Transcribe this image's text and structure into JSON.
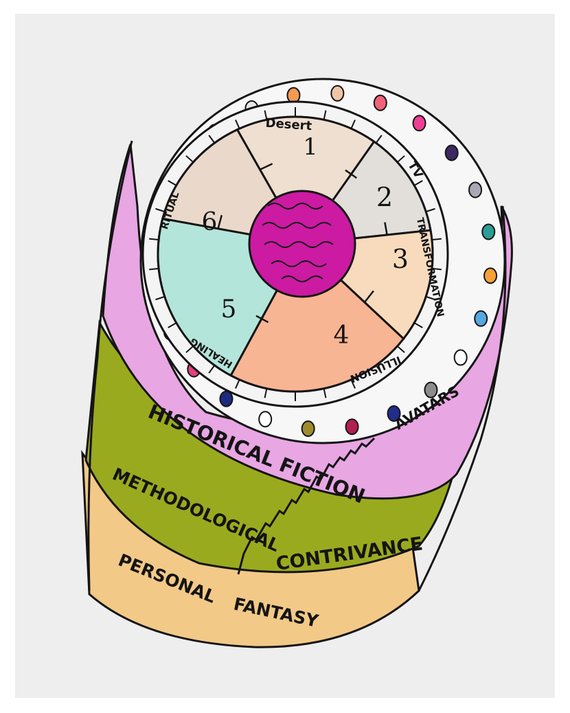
{
  "diagram": {
    "layers": {
      "historical": "HISTORICAL FICTION",
      "methodological_1": "METHODOLOGICAL",
      "methodological_2": "CONTRIVANCE",
      "personal_1": "PERSONAL",
      "personal_2": "FANTASY"
    },
    "ring_label": "AVATARS",
    "segments": [
      {
        "number": "1",
        "label": "Desert",
        "color": "#efdfd0"
      },
      {
        "number": "2",
        "label": "TV",
        "color": "#e2dfdb"
      },
      {
        "number": "3",
        "label": "TRANSFORMATION",
        "color": "#f8dbbd"
      },
      {
        "number": "4",
        "label": "ILLUSION",
        "color": "#f8b594"
      },
      {
        "number": "5",
        "label": "HEALING",
        "color": "#b4e5da"
      },
      {
        "number": "6",
        "label": "RITUAL",
        "color": "#ead9cb"
      }
    ],
    "colors": {
      "paper": "#eeeeee",
      "historical_fiction": "#e8a6e3",
      "methodological_contrivance": "#9aaa1f",
      "personal_fantasy": "#f2c987",
      "core": "#cc1aa3",
      "ink": "#141414"
    },
    "dots": [
      "#f49a52",
      "#f1c4a8",
      "#f0637a",
      "#ee3f95",
      "#3d2a63",
      "#a9a9b5",
      "#2a9d96",
      "#f5a137",
      "#55a8df",
      "#ffffff",
      "#8c8c8c",
      "#212d8c",
      "#b2204f",
      "#9d8b2c",
      "#ffffff",
      "#1d2a82",
      "#e0407e",
      "#e8555b",
      "#3b97ae",
      "#3b3588",
      "#ffffff",
      "#f1c0a8",
      "#2d8fcd",
      "#e8e8e8"
    ]
  }
}
